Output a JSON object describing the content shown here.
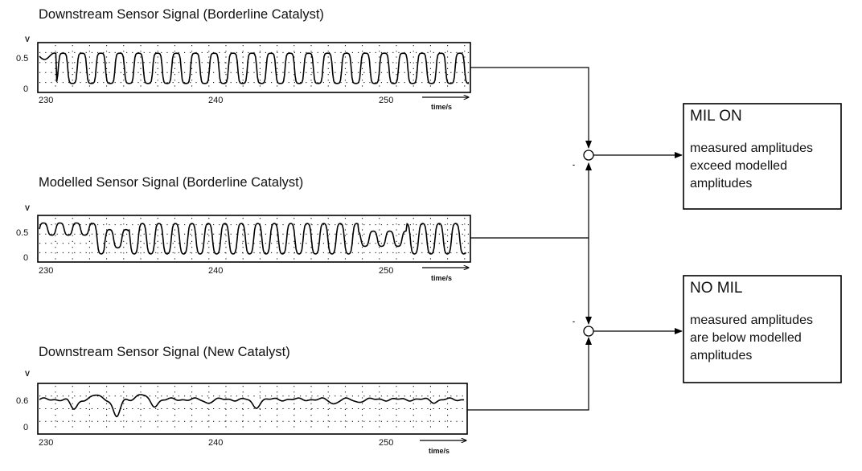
{
  "panels": [
    {
      "title": "Downstream Sensor Signal  (Borderline  Catalyst)",
      "y_unit": "V",
      "y_ticks": [
        "0.5",
        "0"
      ],
      "x_ticks": [
        "230",
        "240",
        "250"
      ],
      "time_label": "time/s"
    },
    {
      "title": "Modelled Sensor Signal  (Borderline  Catalyst)",
      "y_unit": "V",
      "y_ticks": [
        "0.5",
        "0"
      ],
      "x_ticks": [
        "230",
        "240",
        "250"
      ],
      "time_label": "time/s"
    },
    {
      "title": "Downstream Sensor Signal  (New Catalyst)",
      "y_unit": "V",
      "y_ticks": [
        "0.6",
        "0"
      ],
      "x_ticks": [
        "230",
        "240",
        "250"
      ],
      "time_label": "time/s"
    }
  ],
  "results": [
    {
      "title": "MIL  ON",
      "lines": [
        "measured amplitudes",
        "exceed modelled",
        "amplitudes"
      ]
    },
    {
      "title": "NO MIL",
      "lines": [
        "measured amplitudes",
        "are below modelled",
        "amplitudes"
      ]
    }
  ],
  "comparator_signs": [
    "-",
    "-"
  ]
}
